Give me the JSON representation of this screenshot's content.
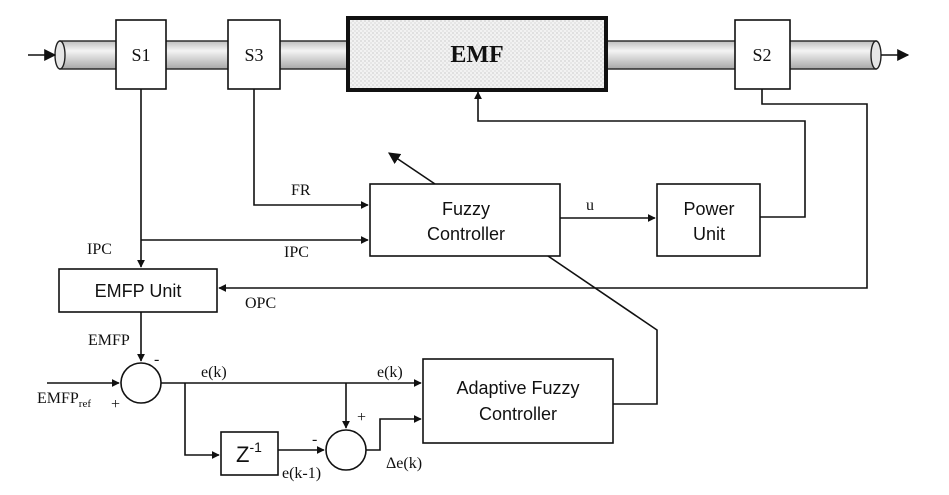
{
  "pipe": {
    "sensors": {
      "s1": "S1",
      "s3": "S3",
      "s2": "S2"
    },
    "emf_label": "EMF"
  },
  "blocks": {
    "fuzzy_controller": [
      "Fuzzy",
      "Controller"
    ],
    "power_unit": [
      "Power",
      "Unit"
    ],
    "emfp_unit": "EMFP Unit",
    "adaptive_fuzzy_controller": [
      "Adaptive Fuzzy",
      "Controller"
    ],
    "delay": {
      "base": "Z",
      "exp": "-1"
    }
  },
  "signals": {
    "fr": "FR",
    "u": "u",
    "ipc_left": "IPC",
    "ipc_mid": "IPC",
    "opc": "OPC",
    "emfp": "EMFP",
    "emfp_ref": {
      "base": "EMFP",
      "sub": "ref"
    },
    "ek_first": "e(k)",
    "ek_second": "e(k)",
    "ek_minus1": "e(k-1)",
    "delta_ek": "Δe(k)"
  },
  "signs": {
    "sum1_top": "-",
    "sum1_left": "+",
    "sum2_top": "+",
    "sum2_left": "-"
  }
}
